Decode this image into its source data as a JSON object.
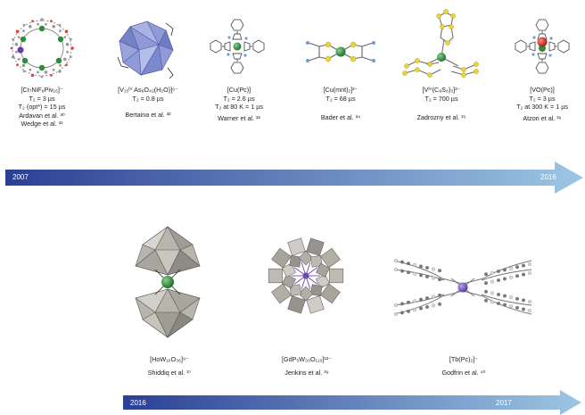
{
  "timeline1": {
    "start_year": "2007",
    "end_year": "2016",
    "entries": [
      {
        "formula": "[Cr₇NiF₈Piv₁₆]⁻",
        "lines": [
          "T₂ = 3 µs",
          "T₂ (opt*) = 15 µs"
        ],
        "refs": [
          "Ardavan et al. ³⁰",
          "Wedge et al. ³¹"
        ],
        "structure_icon": "cr7ni-ring-molecule"
      },
      {
        "formula": "[V₁₅ᴵⱽ As₆O₄₂(H₂O)]⁶⁻",
        "lines": [
          "T₂ = 0.8 µs"
        ],
        "refs": [
          "Bertaina et al. ³²"
        ],
        "structure_icon": "v15-polyoxometalate-cluster"
      },
      {
        "formula": "[Cu(Pc)]",
        "lines": [
          "T₂ = 2.6 µs",
          "T₂ at 80 K = 1 µs"
        ],
        "refs": [
          "Warner et al. ³³"
        ],
        "structure_icon": "copper-phthalocyanine-molecule"
      },
      {
        "formula": "[Cu(mnt)₂]²⁻",
        "lines": [
          "T₂ = 68 µs"
        ],
        "refs": [
          "Bader et al. ³⁴"
        ],
        "structure_icon": "copper-mnt-molecule"
      },
      {
        "formula": "[Vᴵⱽ(C₈S₈)₃]²⁻",
        "lines": [
          "T₂ = 700 µs"
        ],
        "refs": [
          "Zadrozny et al. ³⁵"
        ],
        "structure_icon": "vanadium-dithiolene-molecule"
      },
      {
        "formula": "[VO(Pc)]",
        "lines": [
          "T₂ = 3 µs",
          "T₂ at 300 K = 1 µs"
        ],
        "refs": [
          "Atzori et al. ³⁶"
        ],
        "structure_icon": "vanadyl-phthalocyanine-molecule"
      }
    ]
  },
  "timeline2": {
    "start_year": "2016",
    "end_year": "2017",
    "entries": [
      {
        "formula": "[HoW₁₀O₃₆]⁹⁻",
        "refs": [
          "Shiddiq et al. ³⁷"
        ],
        "structure_icon": "howo-polyoxometalate-molecule"
      },
      {
        "formula": "[GdP₅W₃₀O₁₁₀]¹²⁻",
        "refs": [
          "Jenkins et al. ³⁹"
        ],
        "structure_icon": "gd-preyssler-polyoxometalate-molecule"
      },
      {
        "formula": "[Tb(Pc)₂]⁻",
        "refs": [
          "Godfrin et al. ⁴⁰"
        ],
        "structure_icon": "terbium-double-decker-molecule"
      }
    ]
  },
  "colors": {
    "arrow_dark": "#2b3f94",
    "arrow_light": "#9dc6e3",
    "metal_green": "#2e8b3a",
    "vanadyl_red": "#d42a1f",
    "polyhedra_grey": "#b8b5ad",
    "sulfur_yellow": "#e6d43a",
    "cluster_blue": "#7f8fd0"
  }
}
